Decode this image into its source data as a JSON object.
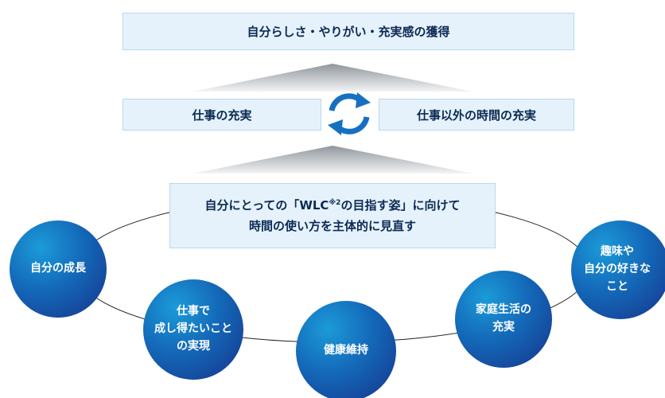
{
  "top_box": {
    "text": "自分らしさ・やりがい・充実感の獲得"
  },
  "left_box": {
    "text": "仕事の充実"
  },
  "right_box": {
    "text": "仕事以外の時間の充実"
  },
  "center_box": {
    "line1_prefix": "自分にとっての「WLC",
    "line1_sup": "※2",
    "line1_suffix": "の目指す姿」に向けて",
    "line2": "時間の使い方を主体的に見直す"
  },
  "circles": [
    {
      "id": "growth",
      "label": "自分の成長"
    },
    {
      "id": "work-goal",
      "label": "仕事で\n成し得たいこと\nの実現"
    },
    {
      "id": "health",
      "label": "健康維持"
    },
    {
      "id": "family",
      "label": "家庭生活の\n充実"
    },
    {
      "id": "hobby",
      "label": "趣味や\n自分の好きな\nこと"
    }
  ],
  "colors": {
    "box_fill": "#e6f2fb",
    "box_border": "#b9d6ee",
    "text_navy": "#0b2a54",
    "circle_light": "#1b9bd8",
    "circle_dark": "#16338a",
    "arrow_gray": "#9aa3ab"
  },
  "icons": [
    "cycle-arrows-icon"
  ]
}
